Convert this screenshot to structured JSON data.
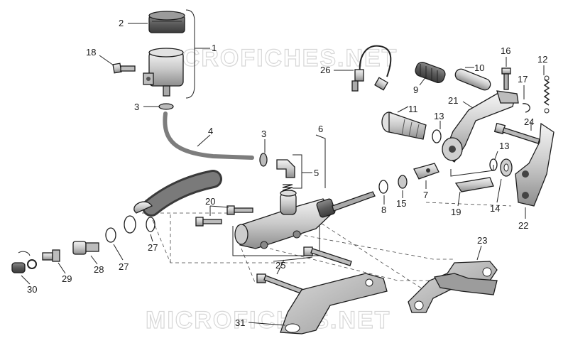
{
  "watermark": "MICROFICHES.NET",
  "labels": {
    "l1": "1",
    "l2": "2",
    "l3a": "3",
    "l3b": "3",
    "l4": "4",
    "l5": "5",
    "l6": "6",
    "l7": "7",
    "l8": "8",
    "l9": "9",
    "l10": "10",
    "l11": "11",
    "l12": "12",
    "l13a": "13",
    "l13b": "13",
    "l14": "14",
    "l15": "15",
    "l16": "16",
    "l17": "17",
    "l18": "18",
    "l19": "19",
    "l20": "20",
    "l21": "21",
    "l22": "22",
    "l23": "23",
    "l24": "24",
    "l25": "25",
    "l26": "26",
    "l27a": "27",
    "l27b": "27",
    "l28": "28",
    "l29": "29",
    "l30": "30",
    "l31": "31"
  }
}
